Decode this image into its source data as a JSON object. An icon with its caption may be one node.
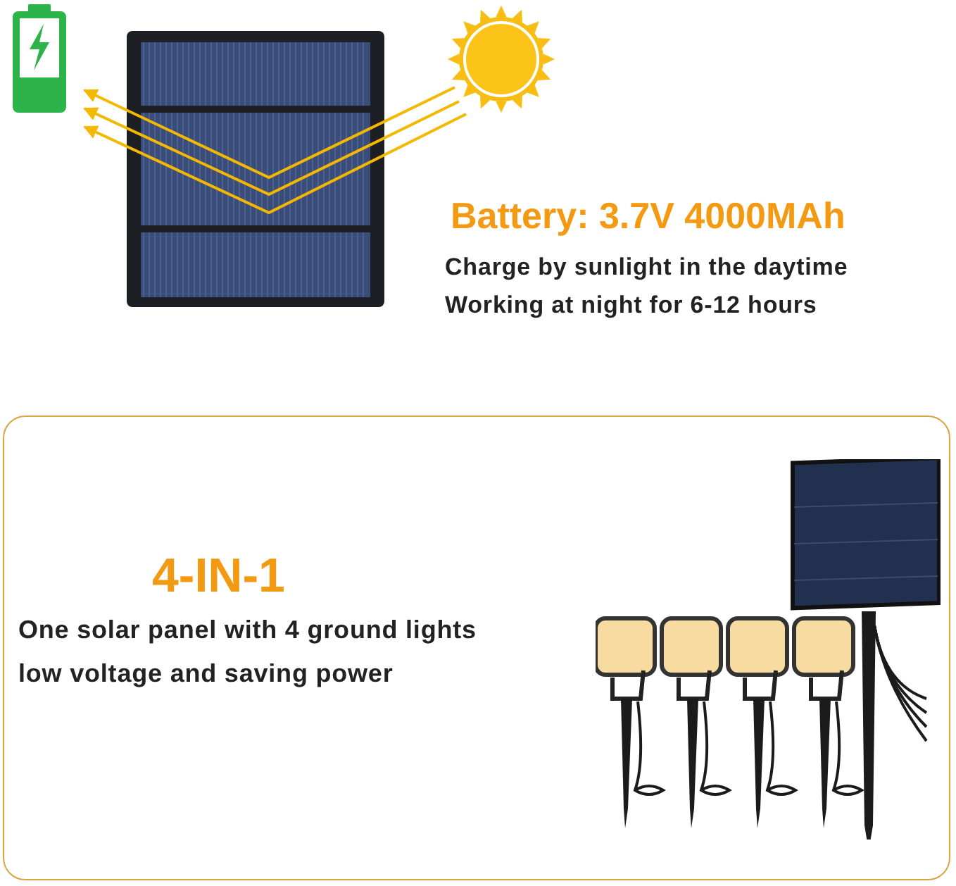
{
  "diagram": {
    "nodes": [
      {
        "text": [],
        "shape": "picture"
      },
      {
        "text": [],
        "shape": "picture"
      },
      {
        "text": [
          "4-IN-1",
          "One solar panel with 4 ground lights low voltage and saving power"
        ]
      }
    ],
    "edges": [
      {
        "from": 1,
        "to": 0,
        "arrow": "to"
      },
      {
        "from": 1,
        "to": 0,
        "arrow": "to"
      },
      {
        "from": 1,
        "to": 0,
        "arrow": "to"
      }
    ],
    "labels": [
      "Battery: 3.7V 4000MAh",
      "Charge by sunlight in the daytime",
      "Working at night for 6-12 hours"
    ]
  }
}
